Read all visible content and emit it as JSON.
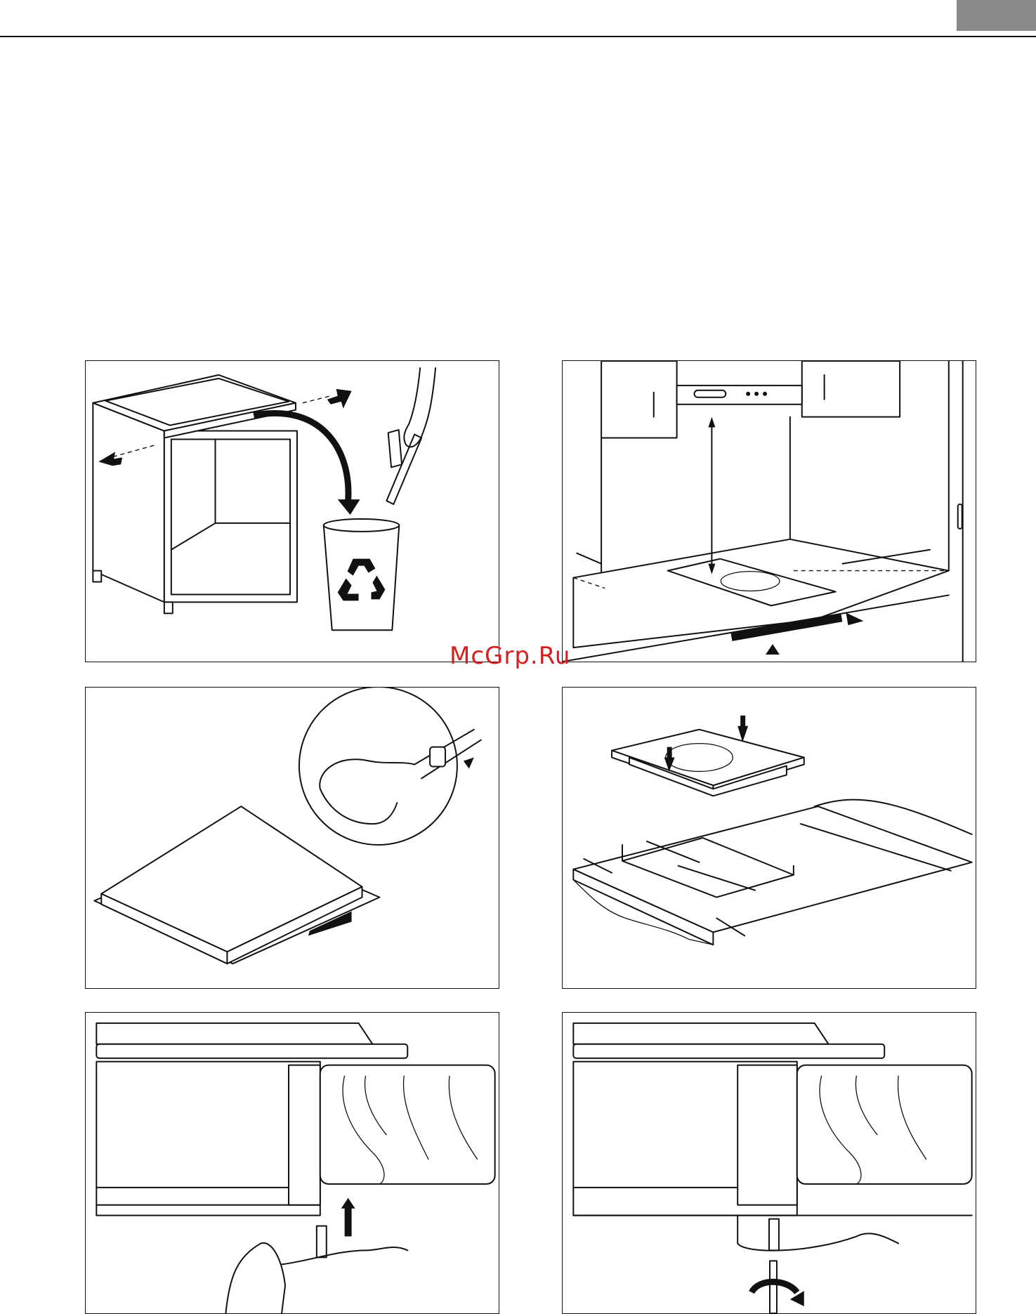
{
  "page": {
    "watermark": "McGrp.Ru",
    "header_tab_color": "#8a8a8a",
    "watermark_color": "#d81e1e"
  },
  "figures": [
    {
      "name": "figure-cabinet-remove-rail",
      "icons": [
        "arrow-icon",
        "recycle-bin-icon",
        "hand-icon"
      ]
    },
    {
      "name": "figure-kitchen-clearances",
      "icons": [
        "hood-icon",
        "arrow-icon"
      ]
    },
    {
      "name": "figure-apply-seal-strip",
      "icons": [
        "hand-icon"
      ]
    },
    {
      "name": "figure-insert-hob-into-cutout",
      "icons": [
        "arrow-icon"
      ]
    },
    {
      "name": "figure-attach-bracket",
      "icons": [
        "hand-icon",
        "screw-icon",
        "arrow-icon"
      ]
    },
    {
      "name": "figure-tighten-bracket",
      "icons": [
        "screwdriver-icon",
        "rotate-arrow-icon"
      ]
    }
  ]
}
